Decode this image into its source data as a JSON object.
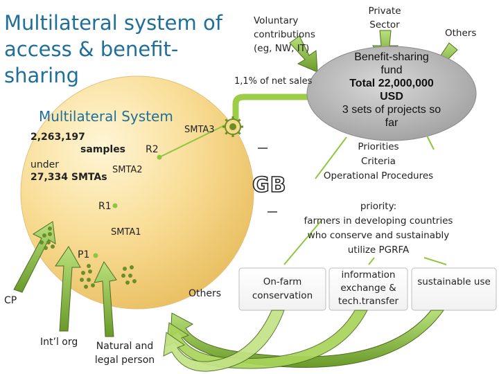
{
  "title": "Multilateral system of access & benefit-sharing",
  "mls": {
    "label": "Multilateral System",
    "sample_count": "2,263,197",
    "samples_word": "samples",
    "under_word": "under",
    "smta_count": "27,334 SMTAs"
  },
  "points": {
    "r1": "R1",
    "r2": "R2",
    "p1": "P1"
  },
  "smta": {
    "s1": "SMTA1",
    "s2": "SMTA2",
    "s3": "SMTA3"
  },
  "users": {
    "cp": "CP",
    "intl_org": "Int’l org",
    "natural_legal": "Natural and legal person",
    "others": "Others"
  },
  "contributors": {
    "voluntary": "Voluntary contributions (eg, NW, IT)",
    "private": "Private Sector",
    "others": "Others",
    "net_sales": "1,1% of net sales"
  },
  "fund": {
    "line1": "Benefit-sharing",
    "line2": "fund",
    "line3": "Total 22,000,000",
    "line4": "USD",
    "line5": "3 sets of projects so",
    "line6": "far"
  },
  "gb": "GB",
  "procedures": {
    "p1": "Priorities",
    "p2": "Criteria",
    "p3": "Operational Procedures"
  },
  "priority": {
    "line1": "priority:",
    "line2": "farmers in developing countries",
    "line3": "who conserve and sustainably",
    "line4": "utilize PGRFA"
  },
  "boxes": {
    "onfarm": "On-farm conservation",
    "info": "information exchange & tech.transfer",
    "sustainable": "sustainable use"
  },
  "colors": {
    "sphere": "#f6d98c",
    "arrow_green": "#8ec63f",
    "arrow_dark": "#4d6e22",
    "title": "#1f6f9a",
    "fund": "#b3b3b3",
    "line": "#8ec63f"
  }
}
